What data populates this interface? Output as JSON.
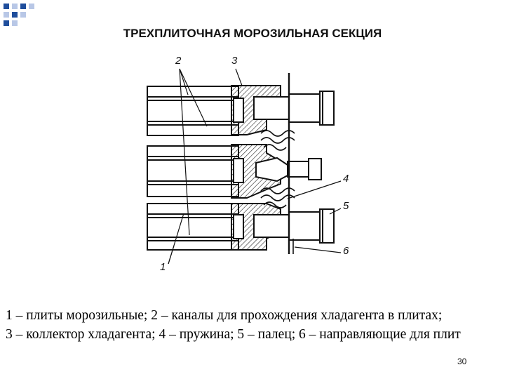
{
  "title": "ТРЕХПЛИТОЧНАЯ МОРОЗИЛЬНАЯ СЕКЦИЯ",
  "figure": {
    "labels": {
      "l1": "1",
      "l2": "2",
      "l3": "3",
      "l4": "4",
      "l5": "5",
      "l6": "6"
    }
  },
  "caption": {
    "line1": "1 – плиты морозильные; 2 – каналы для прохождения хладагента в плитах;",
    "line2": "3 – коллектор хладагента; 4 – пружина; 5 – палец; 6 – направляющие для плит"
  },
  "slide_number": "30",
  "colors": {
    "corner_blue": "#1f4e9c",
    "corner_light": "#b8c7e6",
    "ink": "#111111"
  }
}
